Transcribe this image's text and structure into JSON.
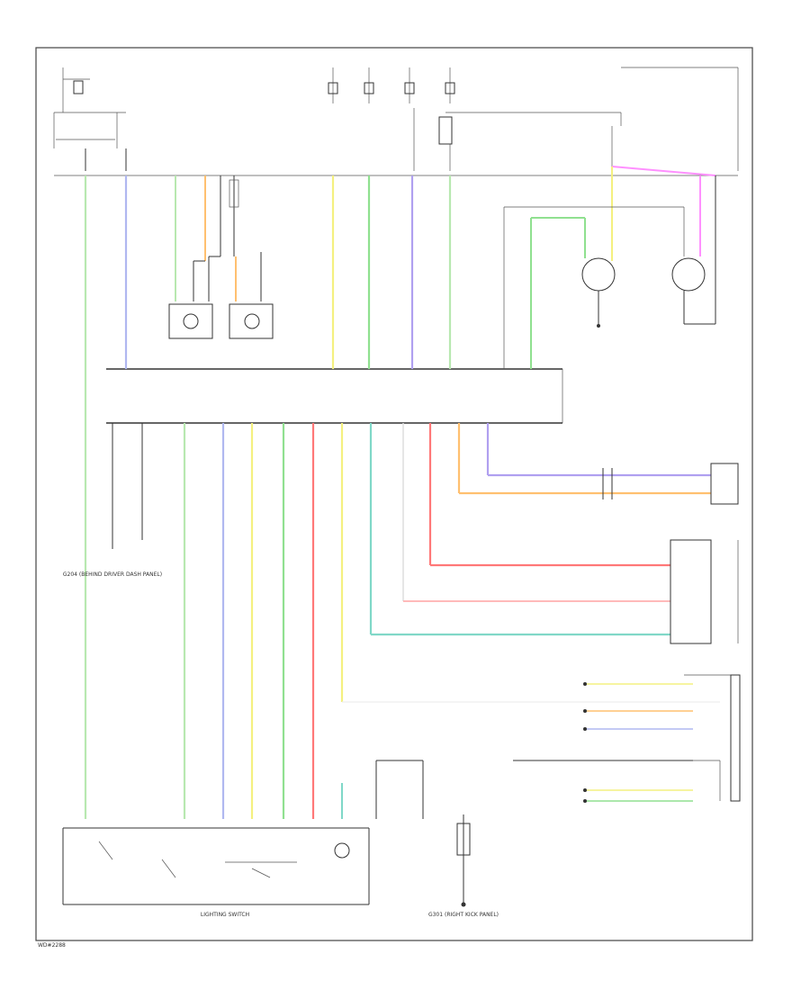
{
  "diagram": {
    "footer_code": "WD#2288",
    "bottom_left_label": "LIGHTING SWITCH",
    "bottom_right_label": "G301 (RIGHT KICK PANEL)",
    "left_ground_label": "G204 (BEHIND DRIVER DASH PANEL)",
    "colors": {
      "lt_green": "#b8e8b0",
      "lt_blue": "#b0b8f0",
      "orange": "#ffc070",
      "yellow": "#f4f080",
      "green": "#90e090",
      "red": "#ff7878",
      "pink": "#ff90ff",
      "teal": "#80d8c8",
      "purple": "#b0a0f0",
      "wire_black": "#333333"
    }
  }
}
